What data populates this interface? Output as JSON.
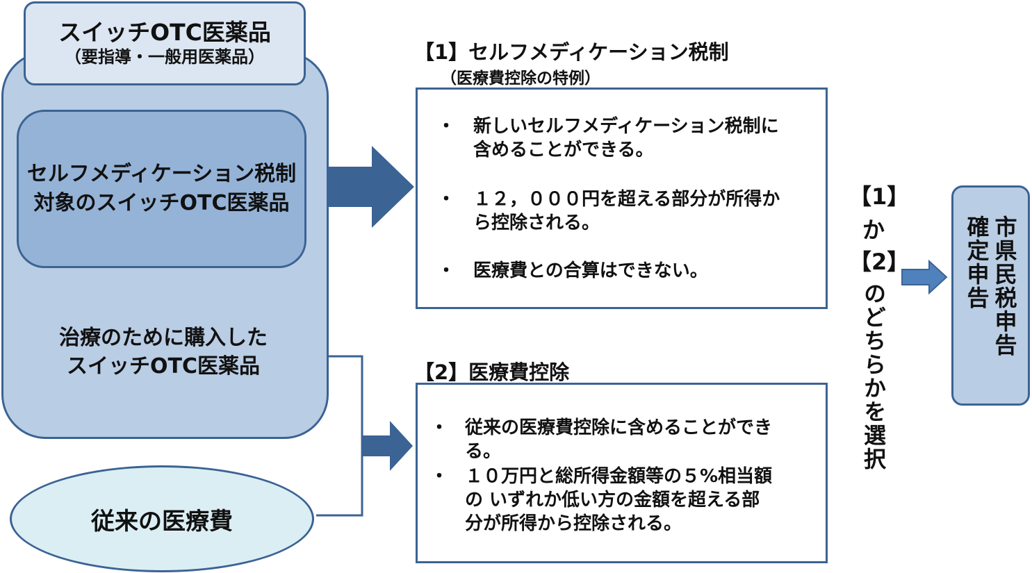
{
  "left": {
    "title": "スイッチOTC医薬品",
    "subtitle": "（要指導・一般用医薬品）",
    "inner_line1": "セルフメディケーション税制",
    "inner_line2": "対象のスイッチOTC医薬品",
    "treat_line1": "治療のために購入した",
    "treat_line2": "スイッチOTC医薬品",
    "ellipse": "従来の医療費"
  },
  "section1": {
    "title": "【1】セルフメディケーション税制",
    "subtitle": "（医療費控除の特例）",
    "bullets": [
      [
        "新しいセルフメディケーション税制に",
        "含めることができる。"
      ],
      [
        "１２，０００円を超える部分が所得か",
        "ら控除される。"
      ],
      [
        "医療費との合算はできない。"
      ]
    ]
  },
  "section2": {
    "title": "【2】医療費控除",
    "bullets": [
      [
        "従来の医療費控除に含めることができ",
        "る。"
      ],
      [
        "１０万円と総所得金額等の５%相当額",
        "の いずれか低い方の金額を超える部",
        "分が所得から控除される。"
      ]
    ]
  },
  "choice": {
    "opt1": "【1】",
    "or": "か",
    "opt2": "【2】",
    "rest": "のどちらかを選択"
  },
  "result": {
    "col1": "市県民税申告",
    "col2": "確定申告"
  },
  "colors": {
    "border": "#3b6393",
    "panel": "#b9cde4",
    "title_fill": "#dce6f2",
    "inner_fill": "#95b3d7",
    "ellipse_fill": "#dbeef4",
    "arrow": "#3b6393",
    "small_arrow": "#4f81bd"
  }
}
